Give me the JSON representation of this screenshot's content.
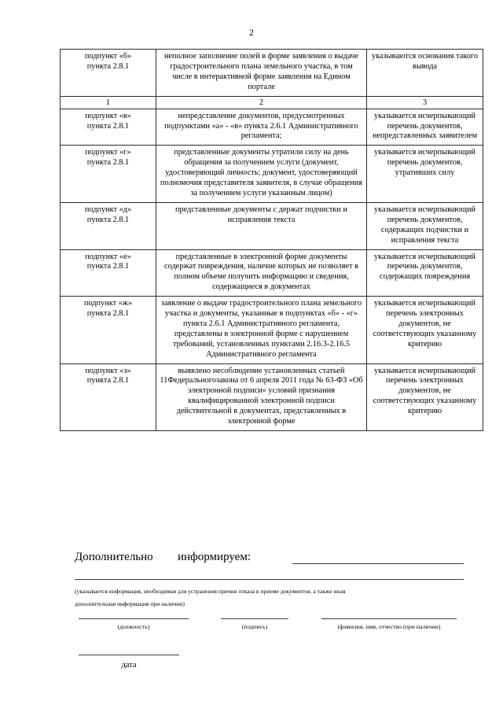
{
  "page": {
    "number": "2"
  },
  "table": {
    "rows": [
      {
        "col1": "подпункт «б»\nпункта 2.8.1",
        "col2": "неполное заполнение полей в форме заявления о выдаче градостроительного плана земельного участка, в том числе в интерактивной форме заявления на Едином портале",
        "col3": "указываются основания такого вывода"
      }
    ],
    "numbering": [
      "1",
      "2",
      "3"
    ],
    "rows2": [
      {
        "col1": "подпункт «в»\nпункта 2.8.1",
        "col2": "непредставление документов, предусмотренных подпунктами «а» - «в» пункта 2.6.1 Административного регламента;",
        "col3": "указывается исчерпывающий перечень документов, непредставленных заявителем"
      },
      {
        "col1": "подпункт «г»\nпункта 2.8.1",
        "col2": "представленные документы утратили силу на день обращения за получением услуги (документ, удостоверяющий личность; документ, удостоверяющий полномочия представителя заявителя, в случае обращения за получением услуги указанным лицом)",
        "col3": "указывается исчерпывающий перечень документов, утративших силу"
      },
      {
        "col1": "подпункт «д»\nпункта 2.8.1",
        "col2": "представленные документы с держат подчистки и исправления текста",
        "col3": "указывается исчерпывающий перечень документов, содержащих подчистки и исправления текста"
      },
      {
        "col1": "подпункт «е»\nпункта 2.8.1",
        "col2": "представленные в электронной форме документы содержат повреждения, наличие которых не позволяет в полном объеме получить информацию и сведения, содержащиеся в документах",
        "col3": "указывается исчерпывающий перечень документов, содержащих повреждения"
      },
      {
        "col1": "подпункт «ж»\nпункта 2.8.1",
        "col2": "заявление о выдаче градостроительного плана земельного участка и документы, указанные в подпунктах «б» - «г» пункта 2.6.1 Административного регламента, представлены в электронной форме с нарушением требований, установленных пунктами 2.16.3-2.16.5 Административного регламента",
        "col3": "указывается исчерпывающий перечень электронных документов, не соответствующих указанному критерию"
      },
      {
        "col1": "подпункт «з»\nпункта 2.8.1",
        "col2": "выявлено несоблюдение установленных статьей 11Федеральногозакона от 6 апреля 2011 года № 63-ФЗ «Об электронной подписи» условий признания квалифицированной электронной подписи действительной в документах, представленных в электронной форме",
        "col3": "указывается исчерпывающий перечень электронных документов, не соответствующих указанному критерию"
      }
    ]
  },
  "footer": {
    "additionally_word": "Дополнительно",
    "inform_word": "информируем:",
    "hint_line_1": "(указывается информация, необходимая для устранения причин отказа в приеме документов, а также иная",
    "hint_line_2": "дополнительная информация при наличии)",
    "signature_captions": [
      "(должность)",
      "(подпись)",
      "(фамилия, имя, отчество (при наличии)"
    ],
    "date_caption": "дата"
  }
}
